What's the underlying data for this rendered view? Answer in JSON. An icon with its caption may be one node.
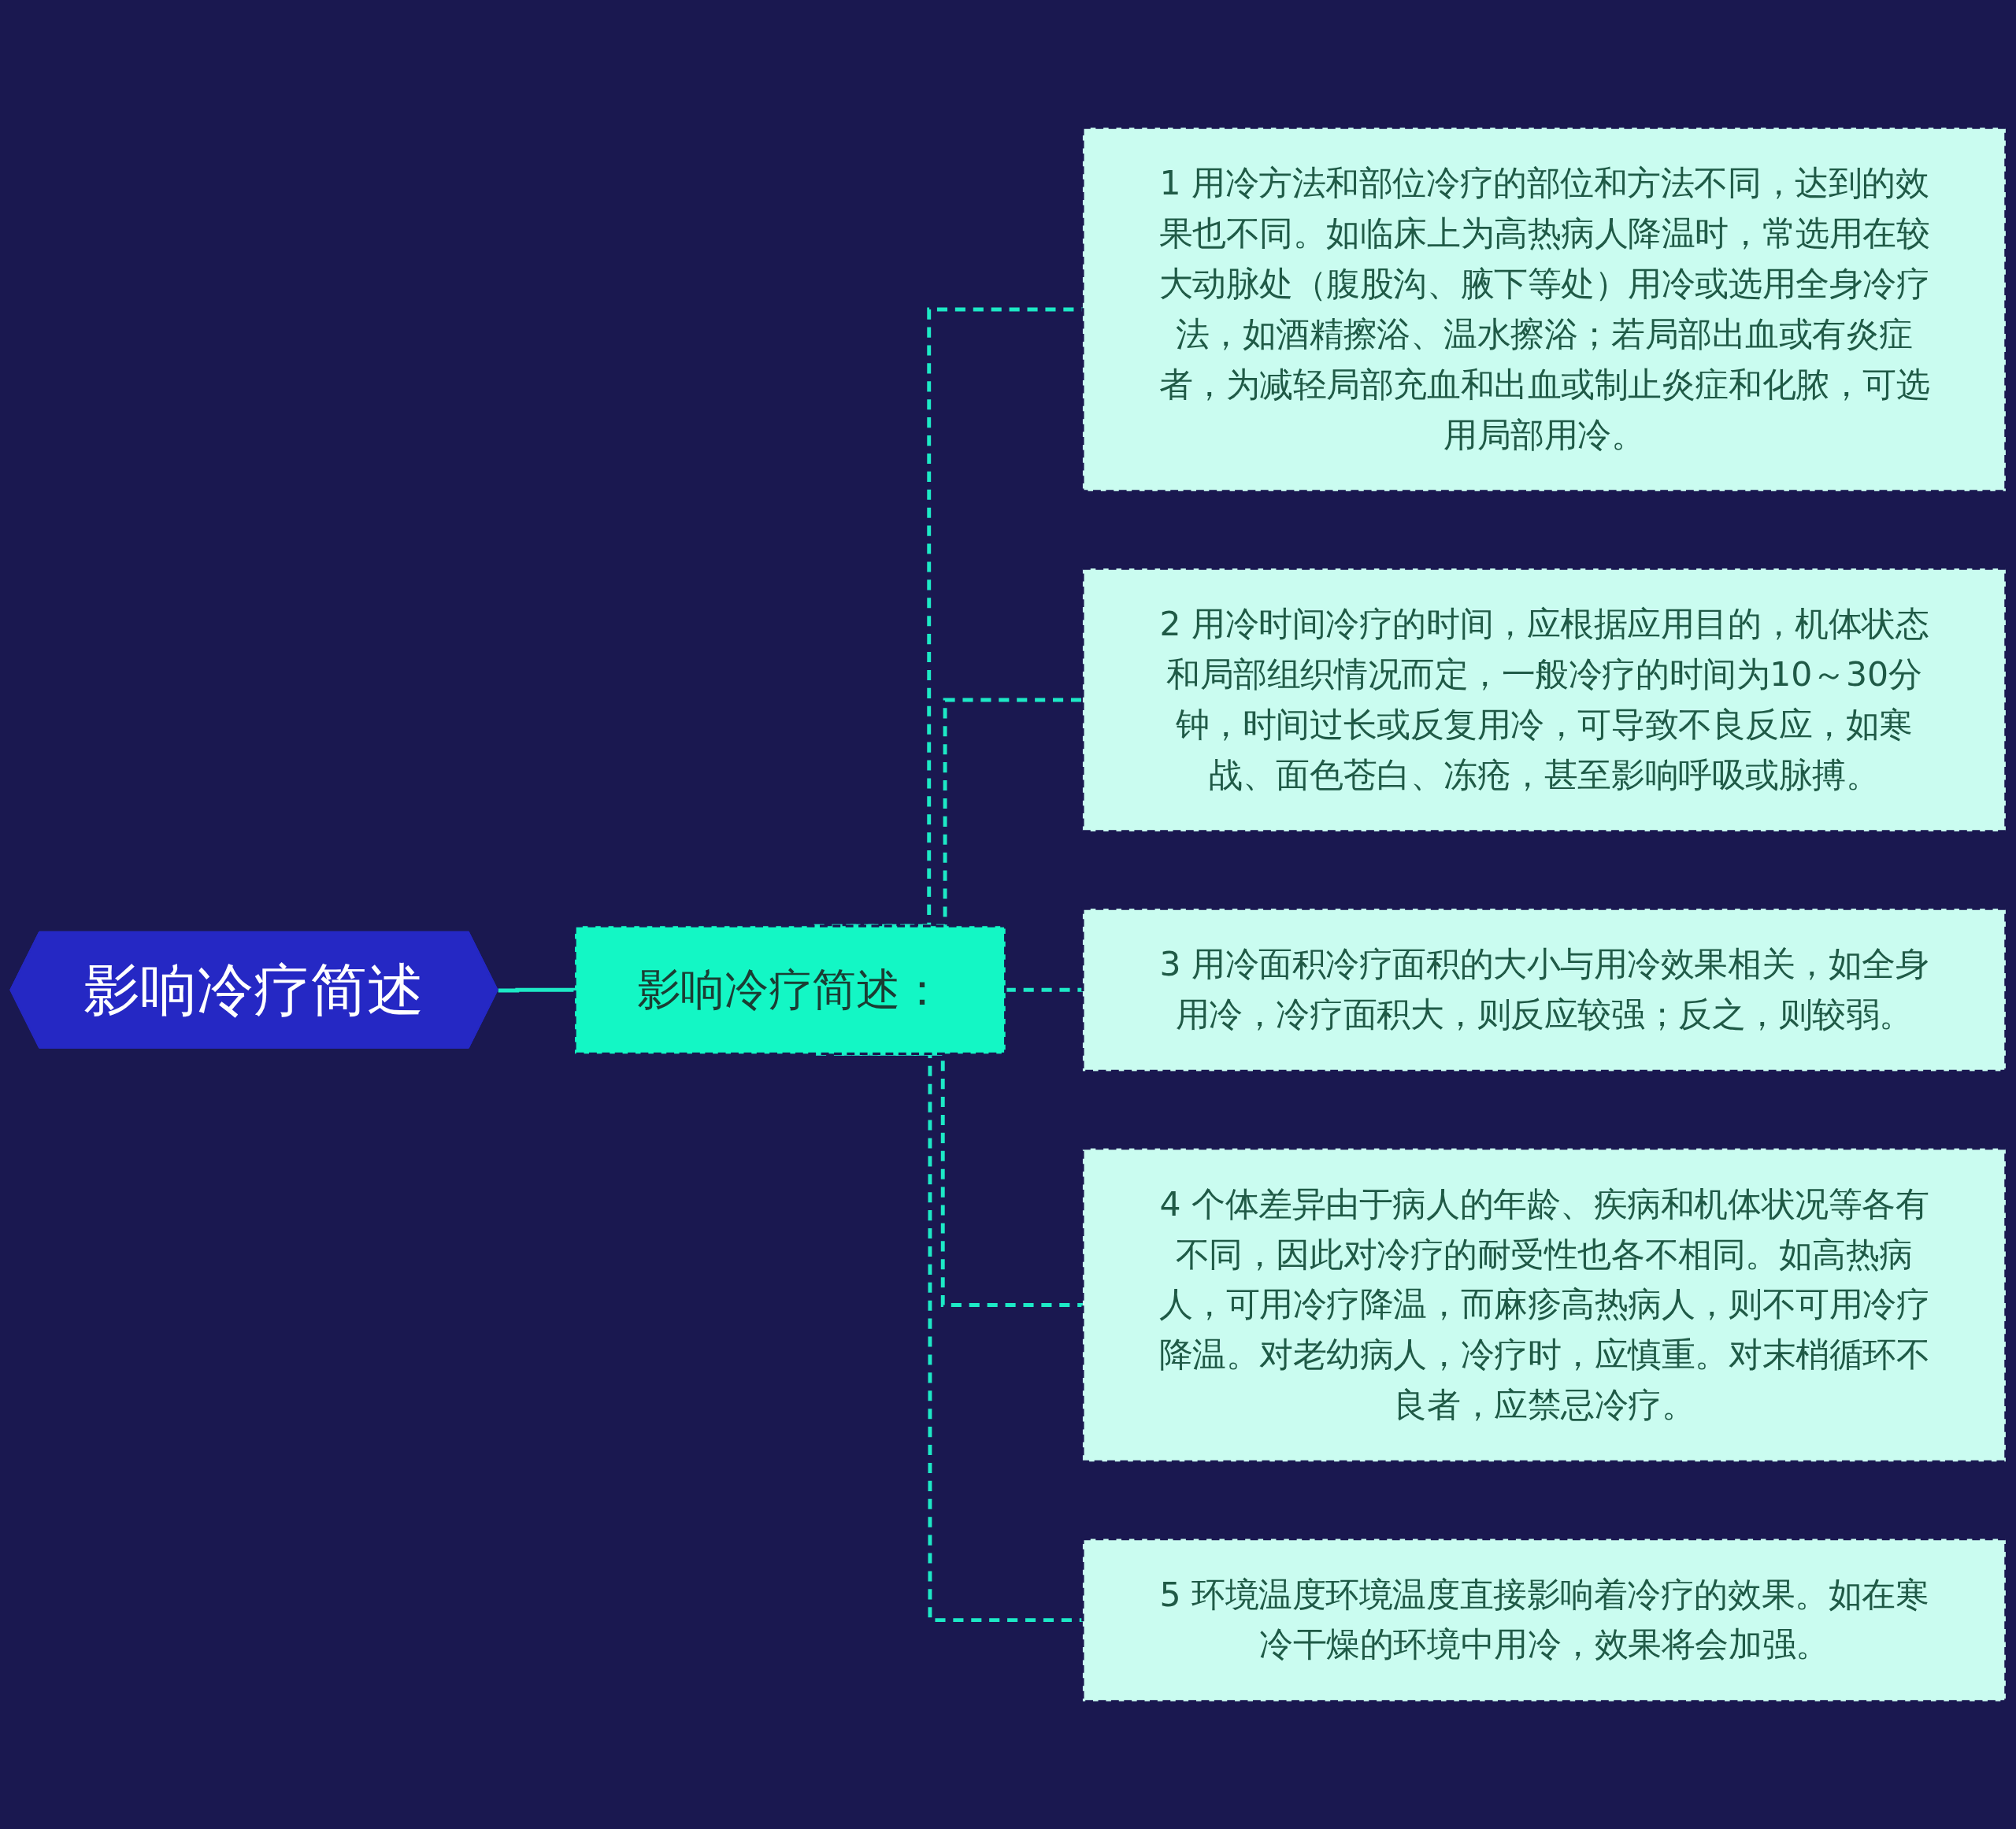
{
  "diagram": {
    "nodes": [
      {
        "text": [
          "影响冷疗简述"
        ]
      },
      {
        "text": [
          "影响冷疗简述："
        ]
      },
      {
        "text": [
          "1 用冷方法和部位冷疗的部位和方法不同，达到的效果也不同。如临床上为高热病人降温时，常选用在较大动脉处（腹股沟、腋下等处）用冷或选用全身冷疗法，如酒精擦浴、温水擦浴；若局部出血或有炎症者，为减轻局部充血和出血或制止炎症和化脓，可选用局部用冷。"
        ]
      },
      {
        "text": [
          "2 用冷时间冷疗的时间，应根据应用目的，机体状态和局部组织情况而定，一般冷疗的时间为10～30分钟，时间过长或反复用冷，可导致不良反应，如寒战、面色苍白、冻疮，甚至影响呼吸或脉搏。"
        ]
      },
      {
        "text": [
          "3 用冷面积冷疗面积的大小与用冷效果相关，如全身用冷，冷疗面积大，则反应较强；反之，则较弱。"
        ]
      },
      {
        "text": [
          "4 个体差异由于病人的年龄、疾病和机体状况等各有不同，因此对冷疗的耐受性也各不相同。如高热病人，可用冷疗降温，而麻疹高热病人，则不可用冷疗降温。对老幼病人，冷疗时，应慎重。对末梢循环不良者，应禁忌冷疗。"
        ]
      },
      {
        "text": [
          "5 环境温度环境温度直接影响着冷疗的效果。如在寒冷干燥的环境中用冷，效果将会加强。"
        ]
      }
    ],
    "edges": [
      {
        "from": 0,
        "to": 1,
        "arrow": "none"
      },
      {
        "from": 1,
        "to": 2,
        "arrow": "none",
        "style": "dashed"
      },
      {
        "from": 1,
        "to": 3,
        "arrow": "none",
        "style": "dashed"
      },
      {
        "from": 1,
        "to": 4,
        "arrow": "none",
        "style": "dashed"
      },
      {
        "from": 1,
        "to": 5,
        "arrow": "none",
        "style": "dashed"
      },
      {
        "from": 1,
        "to": 6,
        "arrow": "none",
        "style": "dashed"
      }
    ]
  }
}
